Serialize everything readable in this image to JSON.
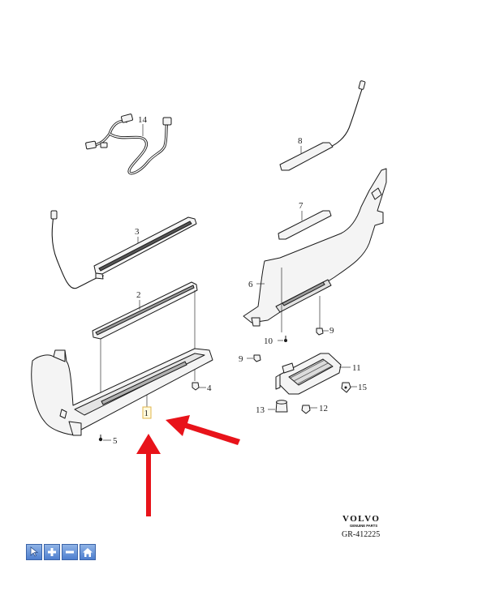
{
  "diagram": {
    "callouts": [
      "1",
      "2",
      "3",
      "4",
      "5",
      "6",
      "7",
      "8",
      "9",
      "9",
      "10",
      "11",
      "12",
      "13",
      "14",
      "15"
    ],
    "highlighted_callout": "1"
  },
  "brand": {
    "logo_text": "VOLVO",
    "tagline": "GENUINE PARTS",
    "reference": "GR-412225"
  },
  "colors": {
    "arrow": "#e8131a",
    "highlight_border": "#e0b64a",
    "toolbar": "#5b8ad6"
  },
  "toolbar": {
    "buttons": [
      "pointer-icon",
      "zoom-in-icon",
      "zoom-out-icon",
      "home-icon"
    ]
  }
}
